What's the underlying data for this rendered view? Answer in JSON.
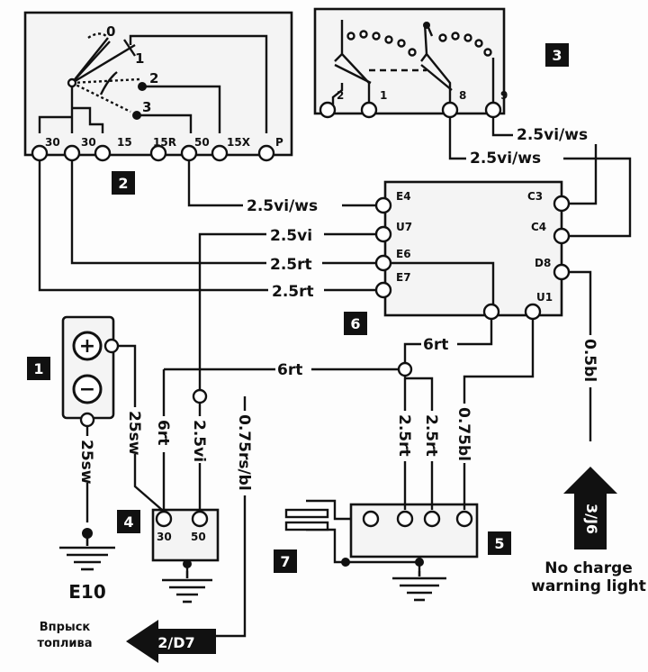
{
  "components": {
    "c1": "1",
    "c2": "2",
    "c3": "3",
    "c4": "4",
    "c5": "5",
    "c6": "6",
    "c7": "7"
  },
  "switch": {
    "pos0": "0",
    "pos1": "1",
    "pos2": "2",
    "pos3": "3",
    "terminals": [
      "30",
      "30",
      "15",
      "15R",
      "50",
      "15X",
      "P"
    ]
  },
  "relay3": {
    "pins": [
      "2",
      "1",
      "8",
      "9"
    ]
  },
  "module6": {
    "pins": [
      "E4",
      "C3",
      "U7",
      "C4",
      "E6",
      "D8",
      "E7",
      "U1"
    ]
  },
  "starter": {
    "pins": [
      "30",
      "50"
    ]
  },
  "battery": {
    "plus": "+",
    "minus": "−"
  },
  "wires": {
    "w_9": "2.5vi/ws",
    "w_8": "2.5vi/ws",
    "w_e4": "2.5vi/ws",
    "w_u7": "2.5vi",
    "w_e6": "2.5rt",
    "w_e7": "2.5rt",
    "w_u1": "6rt",
    "w_bus": "6rt",
    "w_bat_top": "25sw",
    "w_bat_bot": "25sw",
    "w_s30": "6rt",
    "w_s50": "2.5vi",
    "w_rsbl": "0.75rs/bl",
    "w_g1": "2.5rt",
    "w_g2": "2.5rt",
    "w_g3": "0.75bl",
    "w_d8": "0.5bl"
  },
  "labels": {
    "ground": "E10",
    "fuel_1": "Впрыск",
    "fuel_2": "топлива",
    "arrow_left": "2/D7",
    "arrow_up": "3/J6",
    "warning_1": "No charge",
    "warning_2": "warning light"
  }
}
